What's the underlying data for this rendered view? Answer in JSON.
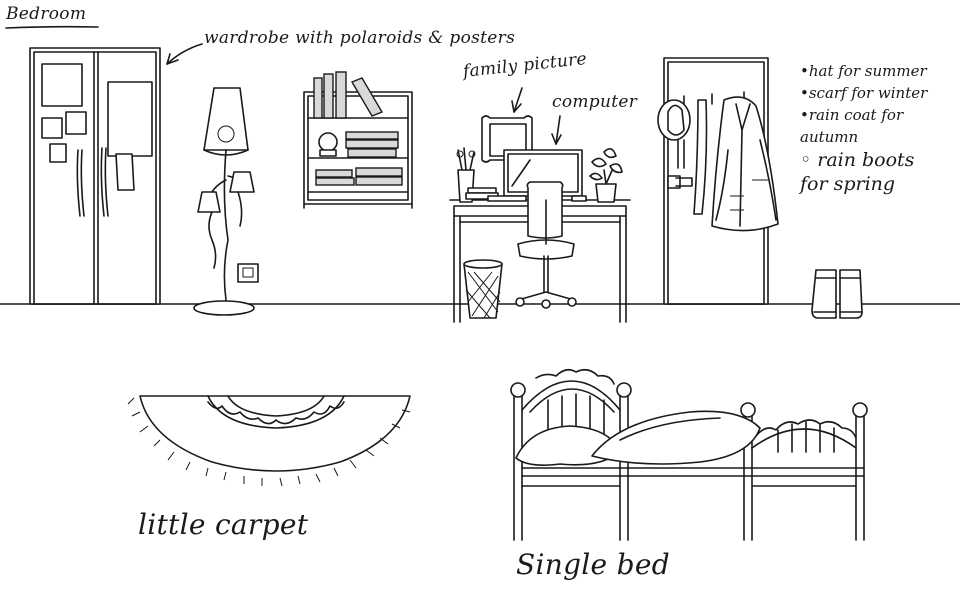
{
  "title": "Bedroom",
  "labels": {
    "wardrobe": "wardrobe with polaroids & posters",
    "family_picture": "family picture",
    "computer": "computer",
    "carpet": "little carpet",
    "bed": "Single bed"
  },
  "notes": [
    "•hat for summer",
    "•scarf for winter",
    "•rain coat for",
    "autumn",
    "◦ rain boots",
    "for spring"
  ],
  "colors": {
    "ink": "#1a1a1a",
    "background": "#ffffff",
    "shade": "#d9d9d9"
  }
}
